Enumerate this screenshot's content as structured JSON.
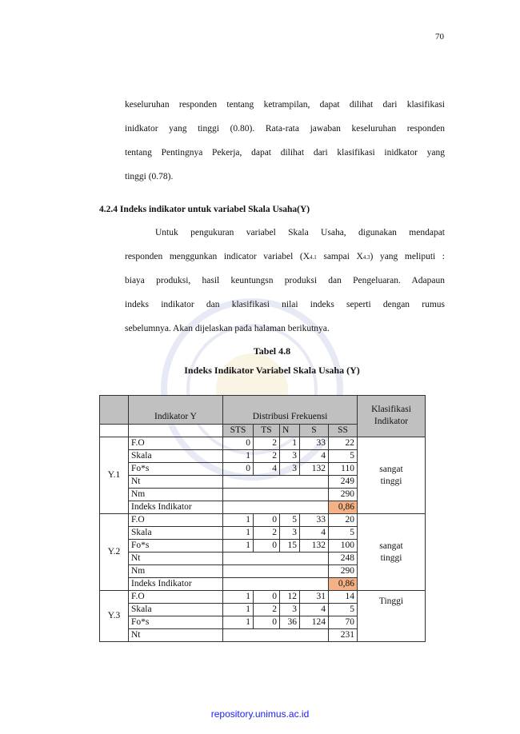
{
  "page_number": "70",
  "para1": {
    "lines": [
      "keseluruhan responden tentang ketrampilan, dapat dilihat dari klasifikasi",
      "inidkator yang tinggi (0.80). Rata-rata jawaban keseluruhan responden",
      "tentang Pentingnya Pekerja, dapat dilihat dari klasifikasi inidkator yang",
      "tinggi (0.78)."
    ]
  },
  "heading": "4.2.4 Indeks indikator untuk variabel Skala Usaha(Y)",
  "para2": {
    "line1": "Untuk pengukuran variabel Skala Usaha, digunakan mendapat",
    "line2_a": "responden menggunkan indicator variabel (X",
    "line2_sub1": "4.1",
    "line2_b": " sampai X",
    "line2_sub2": "4.3",
    "line2_c": ") yang meliputi :",
    "line3": "biaya produksi, hasil keuntungsn produksi dan Pengeluaran. Adapaun",
    "line4": "indeks indikator dan klasifikasi nilai indeks seperti dengan rumus",
    "line5": "sebelumnya. Akan dijelaskan pada halaman berikutnya."
  },
  "table_caption": "Tabel 4.8",
  "table_title": "Indeks Indikator Variabel Skala Usaha (Y)",
  "table": {
    "h_indikator": "Indikator Y",
    "h_distribusi": "Distribusi Frekuensi",
    "h_klasifikasi_1": "Klasifikasi",
    "h_klasifikasi_2": "Indikator",
    "cols": [
      "STS",
      "TS",
      "N",
      "S",
      "SS"
    ],
    "groups": [
      {
        "name": "Y.1",
        "class_1": "sangat",
        "class_2": "tinggi",
        "rows": [
          {
            "label": "F.O",
            "v": [
              "0",
              "2",
              "1",
              "33",
              "22"
            ]
          },
          {
            "label": "Skala",
            "v": [
              "1",
              "2",
              "3",
              "4",
              "5"
            ]
          },
          {
            "label": "Fo*s",
            "v": [
              "0",
              "4",
              "3",
              "132",
              "110"
            ]
          },
          {
            "label": "Nt",
            "ss": "249"
          },
          {
            "label": "Nm",
            "ss": "290"
          },
          {
            "label": "Indeks Indikator",
            "ss": "0,86"
          }
        ]
      },
      {
        "name": "Y.2",
        "class_1": "sangat",
        "class_2": "tinggi",
        "rows": [
          {
            "label": "F.O",
            "v": [
              "1",
              "0",
              "5",
              "33",
              "20"
            ]
          },
          {
            "label": "Skala",
            "v": [
              "1",
              "2",
              "3",
              "4",
              "5"
            ]
          },
          {
            "label": "Fo*s",
            "v": [
              "1",
              "0",
              "15",
              "132",
              "100"
            ]
          },
          {
            "label": "Nt",
            "ss": "248"
          },
          {
            "label": "Nm",
            "ss": "290"
          },
          {
            "label": "Indeks Indikator",
            "ss": "0,86"
          }
        ]
      },
      {
        "name": "Y.3",
        "class_1": "Tinggi",
        "rows": [
          {
            "label": "F.O",
            "v": [
              "1",
              "0",
              "12",
              "31",
              "14"
            ]
          },
          {
            "label": "Skala",
            "v": [
              "1",
              "2",
              "3",
              "4",
              "5"
            ]
          },
          {
            "label": "Fo*s",
            "v": [
              "1",
              "0",
              "36",
              "124",
              "70"
            ]
          },
          {
            "label": "Nt",
            "ss": "231"
          }
        ]
      }
    ]
  },
  "footer": "repository.unimus.ac.id",
  "colors": {
    "header_bg": "#c0c0c0",
    "highlight": "#f4b183",
    "footer_link": "#1a1aff"
  }
}
